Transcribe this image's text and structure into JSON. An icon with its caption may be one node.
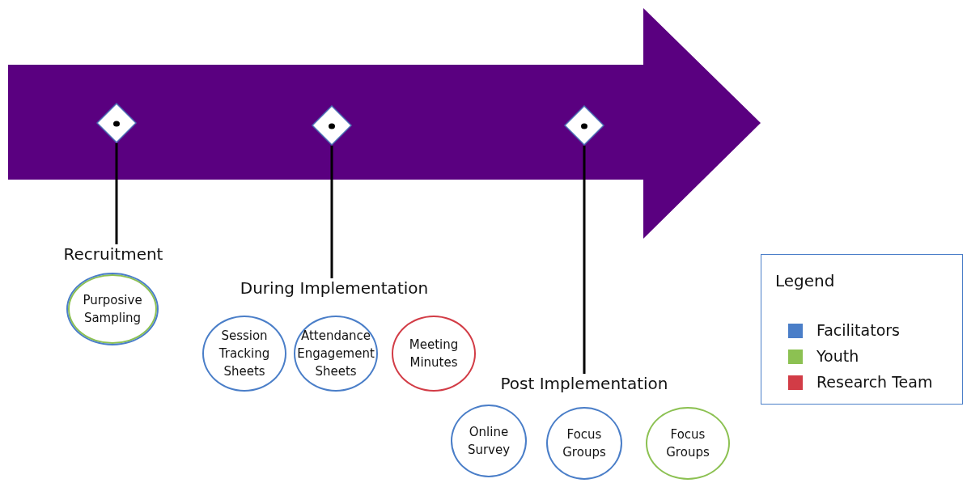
{
  "diagram": {
    "nodes": [
      {
        "text": [],
        "shape": "diamond"
      },
      {
        "text": [],
        "shape": "diamond"
      },
      {
        "text": [],
        "shape": "diamond"
      },
      {
        "text": [
          "Recruitment"
        ]
      },
      {
        "text": [
          "Purposive Sampling"
        ]
      },
      {
        "text": [
          "During Implementation"
        ]
      },
      {
        "text": [
          "Session Tracking Sheets"
        ]
      },
      {
        "text": [
          "Attendance Engagement Sheets"
        ]
      },
      {
        "text": [
          "Meeting Minutes"
        ]
      },
      {
        "text": [
          "Post Implementation"
        ]
      },
      {
        "text": [
          "Online Survey"
        ]
      },
      {
        "text": [
          "Focus Groups"
        ]
      },
      {
        "text": [
          "Focus Groups"
        ]
      }
    ],
    "edges": [
      {
        "from": 0,
        "to": 3,
        "arrow": "none"
      },
      {
        "from": 1,
        "to": 5,
        "arrow": "none"
      },
      {
        "from": 2,
        "to": 9,
        "arrow": "none"
      }
    ],
    "labels": [
      "Legend"
    ],
    "legend": [
      {
        "text": "Facilitators",
        "color": "#4a7ec8"
      },
      {
        "text": "Youth",
        "color": "#8cc152"
      },
      {
        "text": "Research Team",
        "color": "#d23c46"
      }
    ]
  }
}
